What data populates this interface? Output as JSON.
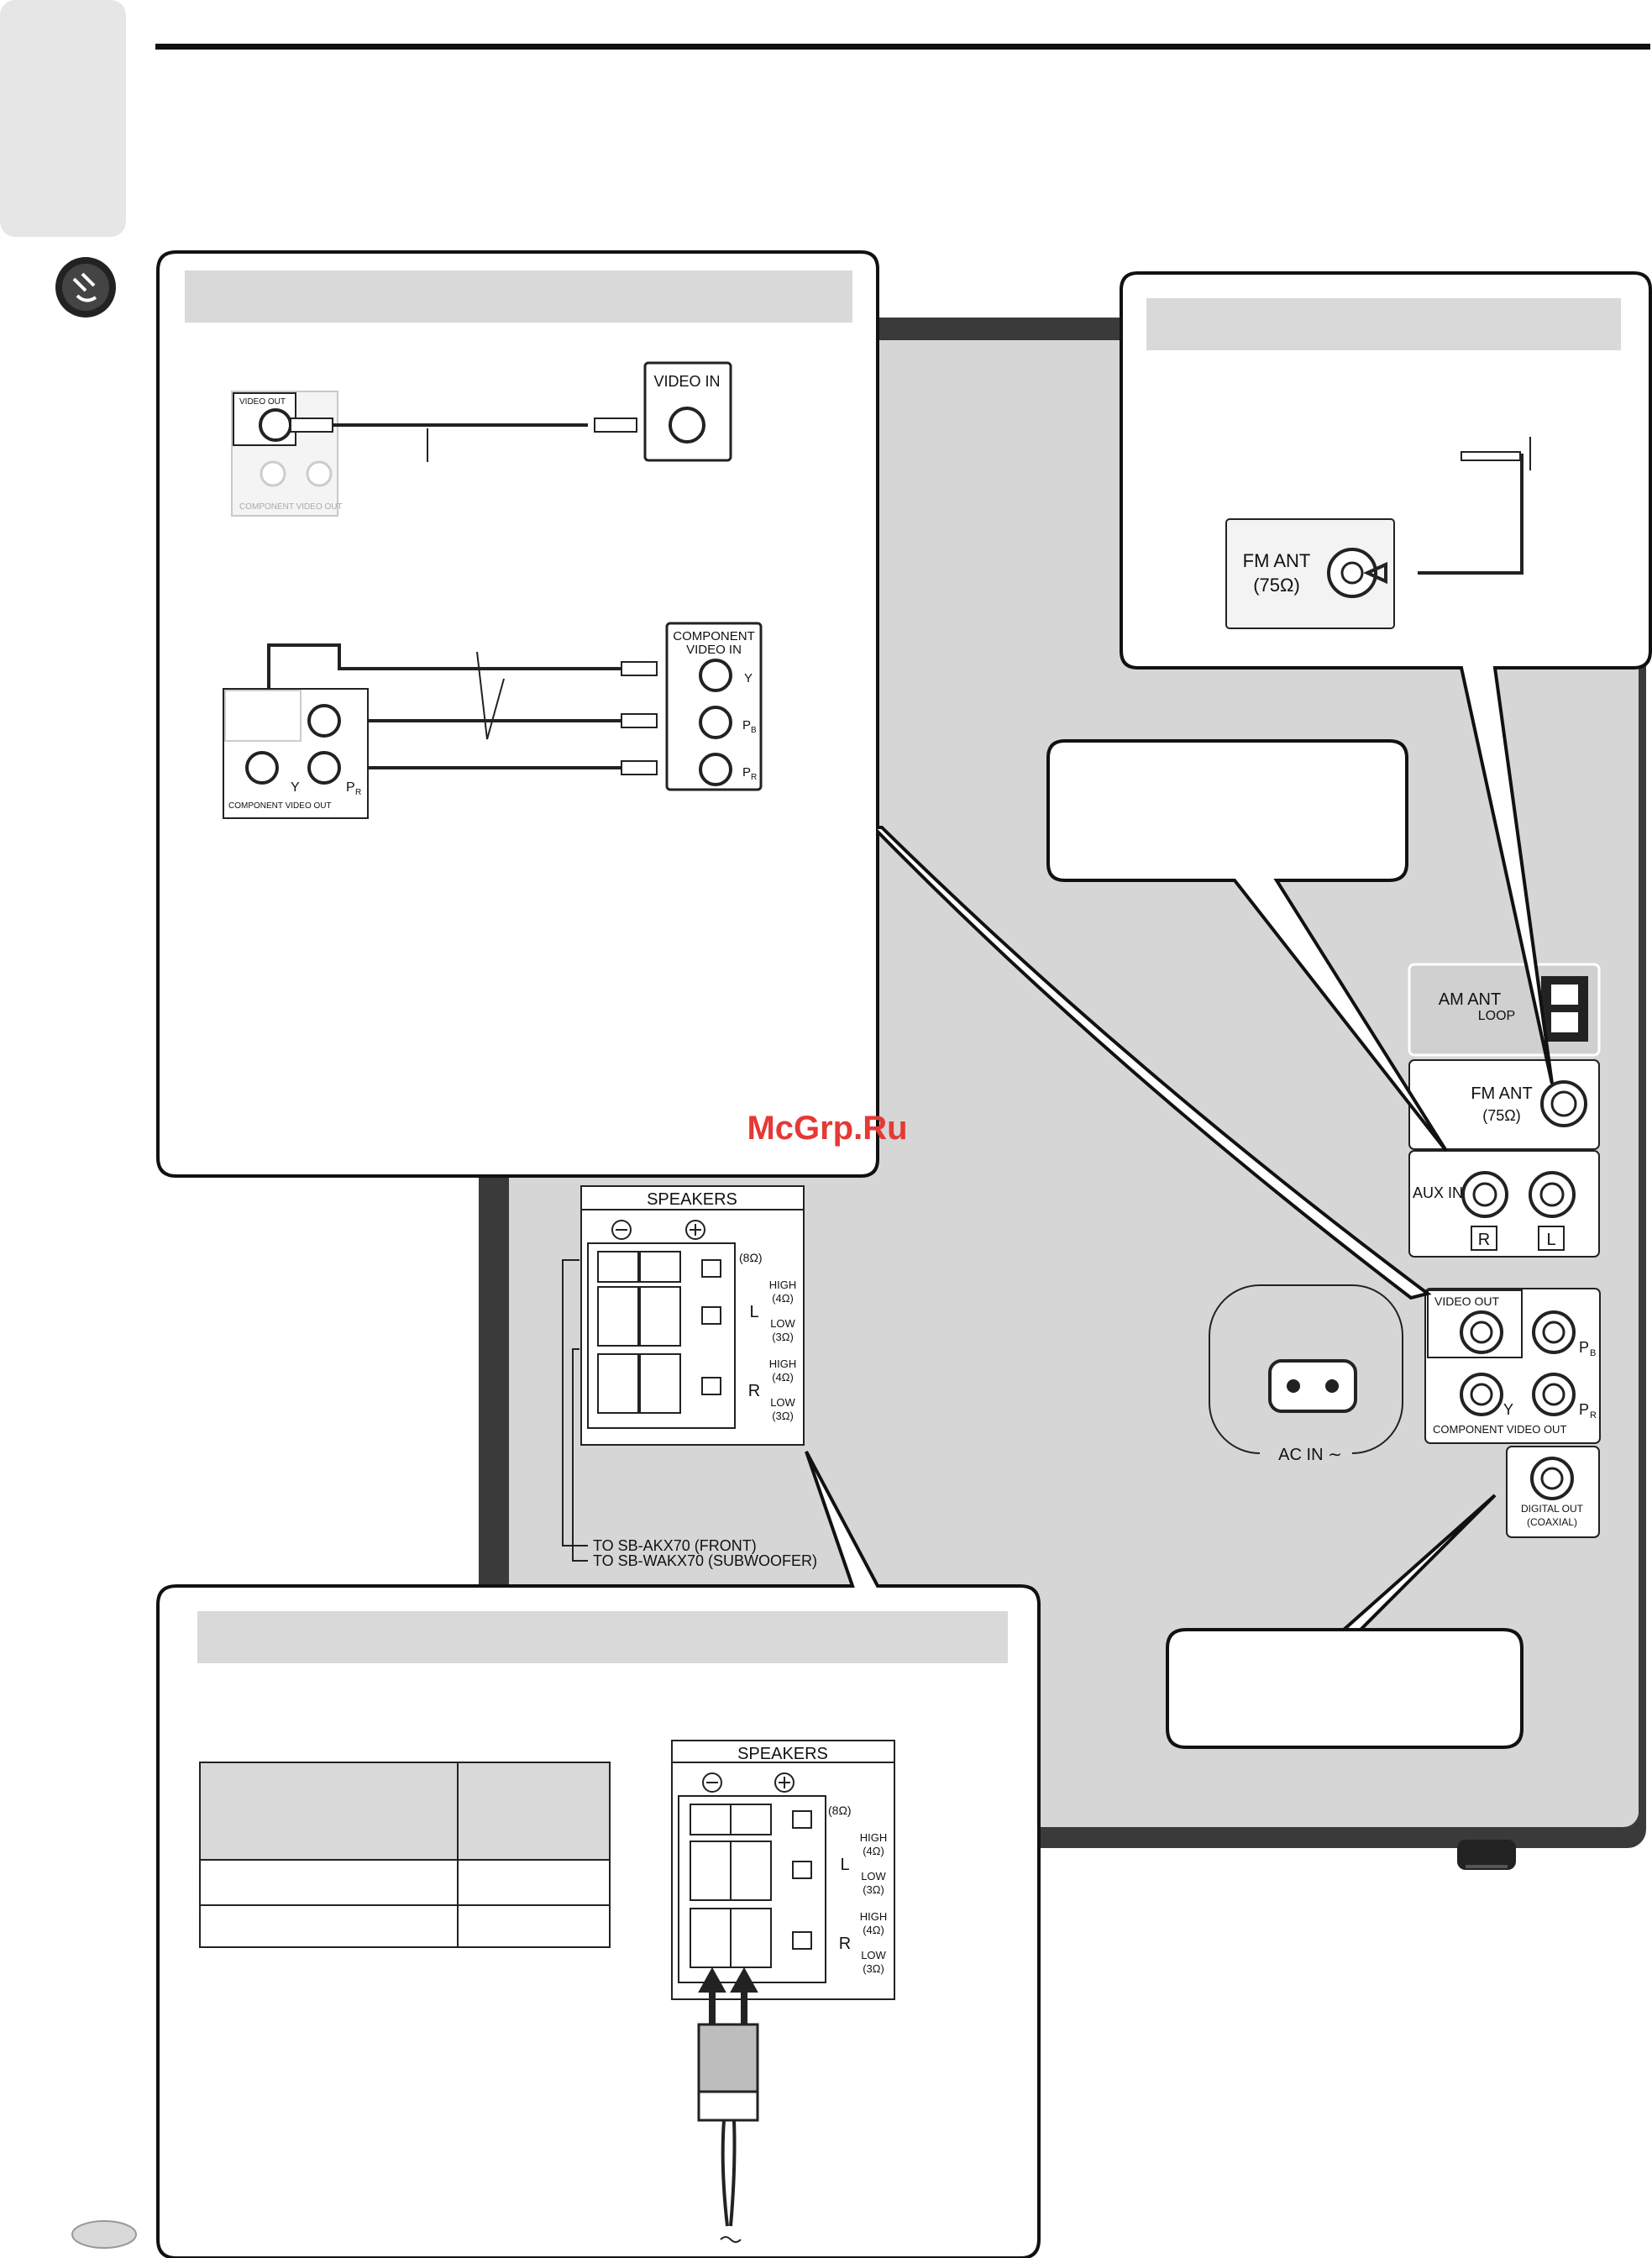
{
  "watermark": "McGrp.Ru",
  "video_panel": {
    "video_out": "VIDEO OUT",
    "video_in": "VIDEO IN",
    "y": "Y",
    "pb": "P",
    "pr": "P",
    "pb_sub": "B",
    "pr_sub": "R",
    "component_video_out": "COMPONENT VIDEO OUT",
    "component_video_in_1": "COMPONENT",
    "component_video_in_2": "VIDEO IN"
  },
  "antenna_panel": {
    "fm_ant": "FM ANT",
    "ohm": "(75Ω)"
  },
  "rear_panel": {
    "am_ant": "AM ANT",
    "loop": "LOOP",
    "fm_ant": "FM ANT",
    "ohm": "(75Ω)",
    "aux_in": "AUX IN",
    "r": "R",
    "l": "L",
    "video_out": "VIDEO OUT",
    "y": "Y",
    "pb": "P",
    "pr": "P",
    "pb_sub": "B",
    "pr_sub": "R",
    "component_video_out": "COMPONENT VIDEO OUT",
    "digital_out": "DIGITAL OUT",
    "coaxial": "(COAXIAL)",
    "ac_in": "AC IN ∼"
  },
  "speakers": {
    "title": "SPEAKERS",
    "ohm8": "(8Ω)",
    "high": "HIGH",
    "high_ohm": "(4Ω)",
    "low": "LOW",
    "low_ohm": "(3Ω)",
    "l": "L",
    "r": "R",
    "to_front": "TO SB-AKX70 (FRONT)",
    "to_sub": "TO SB-WAKX70 (SUBWOOFER)"
  },
  "colors": {
    "panel_gray": "#d6d6d6",
    "bar_gray": "#d9d9d9",
    "line": "#1a1a1a",
    "watermark_red": "#e53935"
  }
}
